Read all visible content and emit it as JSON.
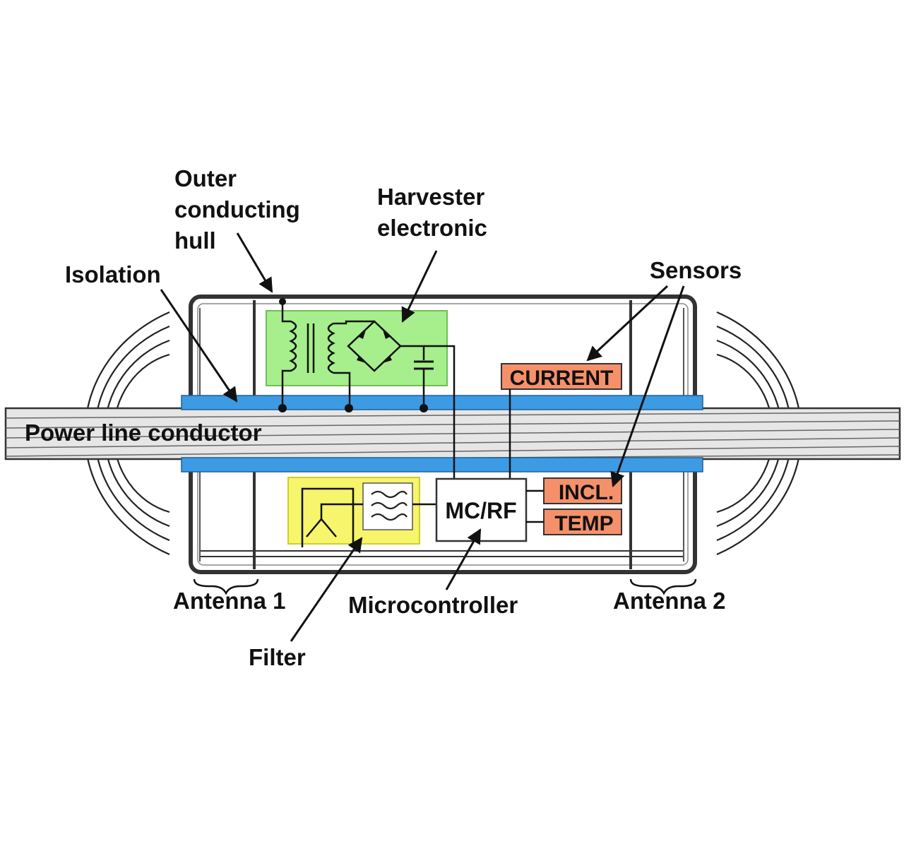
{
  "labels": {
    "outer_hull": [
      "Outer",
      "conducting",
      "hull"
    ],
    "harvester": [
      "Harvester",
      "electronic"
    ],
    "isolation": "Isolation",
    "sensors": "Sensors",
    "power_line": "Power line conductor",
    "antenna1": "Antenna 1",
    "antenna2": "Antenna 2",
    "microcontroller": "Microcontroller",
    "filter": "Filter"
  },
  "boxes": {
    "current": "CURRENT",
    "incl": "INCL.",
    "temp": "TEMP",
    "mcrf": "MC/RF"
  },
  "colors": {
    "harvester_fill": "#a6ef8c",
    "filter_fill": "#f6f56c",
    "isolation_blue": "#3d9be4",
    "sensor_orange": "#f5916a",
    "hull_dark": "#333333"
  }
}
